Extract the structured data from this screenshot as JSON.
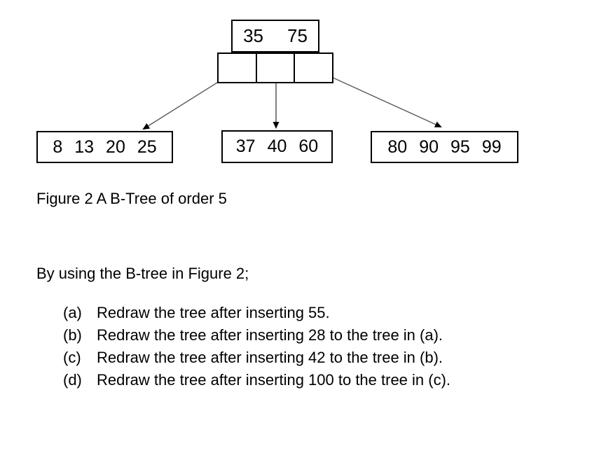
{
  "figure": {
    "root_keys": [
      "35",
      "75"
    ],
    "leaves": [
      {
        "keys": [
          "8",
          "13",
          "20",
          "25"
        ]
      },
      {
        "keys": [
          "37",
          "40",
          "60"
        ]
      },
      {
        "keys": [
          "80",
          "90",
          "95",
          "99"
        ]
      }
    ],
    "caption": "Figure 2 A B-Tree of order 5",
    "connector_colors": {
      "diagonal": "#595959",
      "vertical": "#808080",
      "arrowhead": "#000000"
    }
  },
  "question": {
    "intro": "By using the B-tree in Figure 2;",
    "items": [
      {
        "marker": "(a)",
        "text": "Redraw the tree after inserting 55."
      },
      {
        "marker": "(b)",
        "text": "Redraw the tree after inserting 28 to the tree in (a)."
      },
      {
        "marker": "(c)",
        "text": "Redraw the tree after inserting 42 to the tree in (b)."
      },
      {
        "marker": "(d)",
        "text": "Redraw the tree after inserting 100 to the tree in (c)."
      }
    ]
  }
}
